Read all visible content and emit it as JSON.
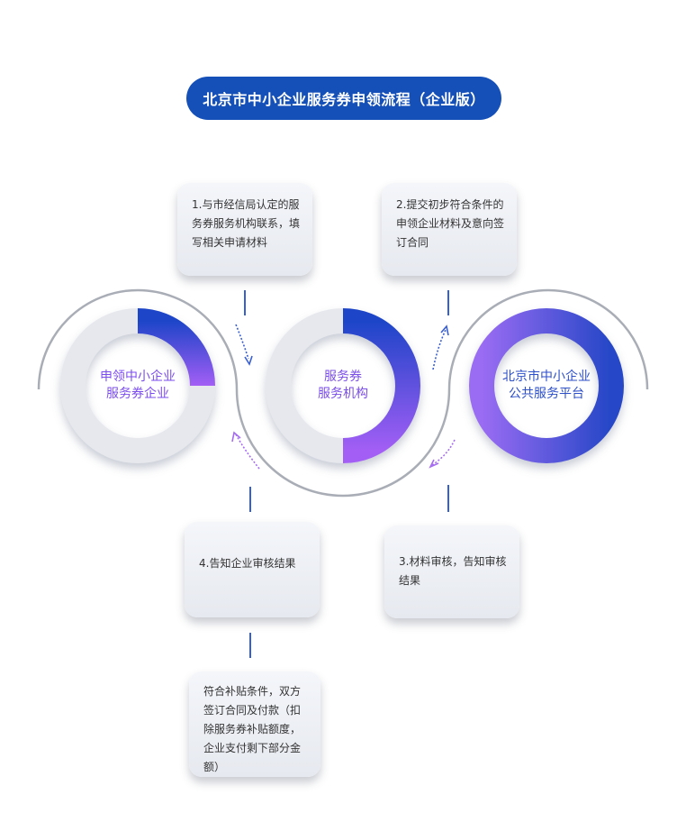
{
  "title": "北京市中小企业服务券申领流程（企业版）",
  "steps": [
    {
      "text": "1.与市经信局认定的服务券服务机构联系，填写相关申请材料"
    },
    {
      "text": "2.提交初步符合条件的申领企业材料及意向签订合同"
    },
    {
      "text": "3.材料审核，告知审核结果"
    },
    {
      "text": "4.告知企业审核结果"
    },
    {
      "text": "符合补贴条件，双方签订合同及付款（扣除服务券补贴额度，企业支付剩下部分金额）"
    }
  ],
  "nodes": [
    {
      "label": "申领中小企业\n服务券企业"
    },
    {
      "label": "服务券\n服务机构"
    },
    {
      "label": "北京市中小企业\n公共服务平台"
    }
  ],
  "colors": {
    "title_bg": "#1550b8",
    "gradient_start": "#9b5cf6",
    "gradient_end": "#1d45c8",
    "ring_bg": "#e6e8ee"
  }
}
